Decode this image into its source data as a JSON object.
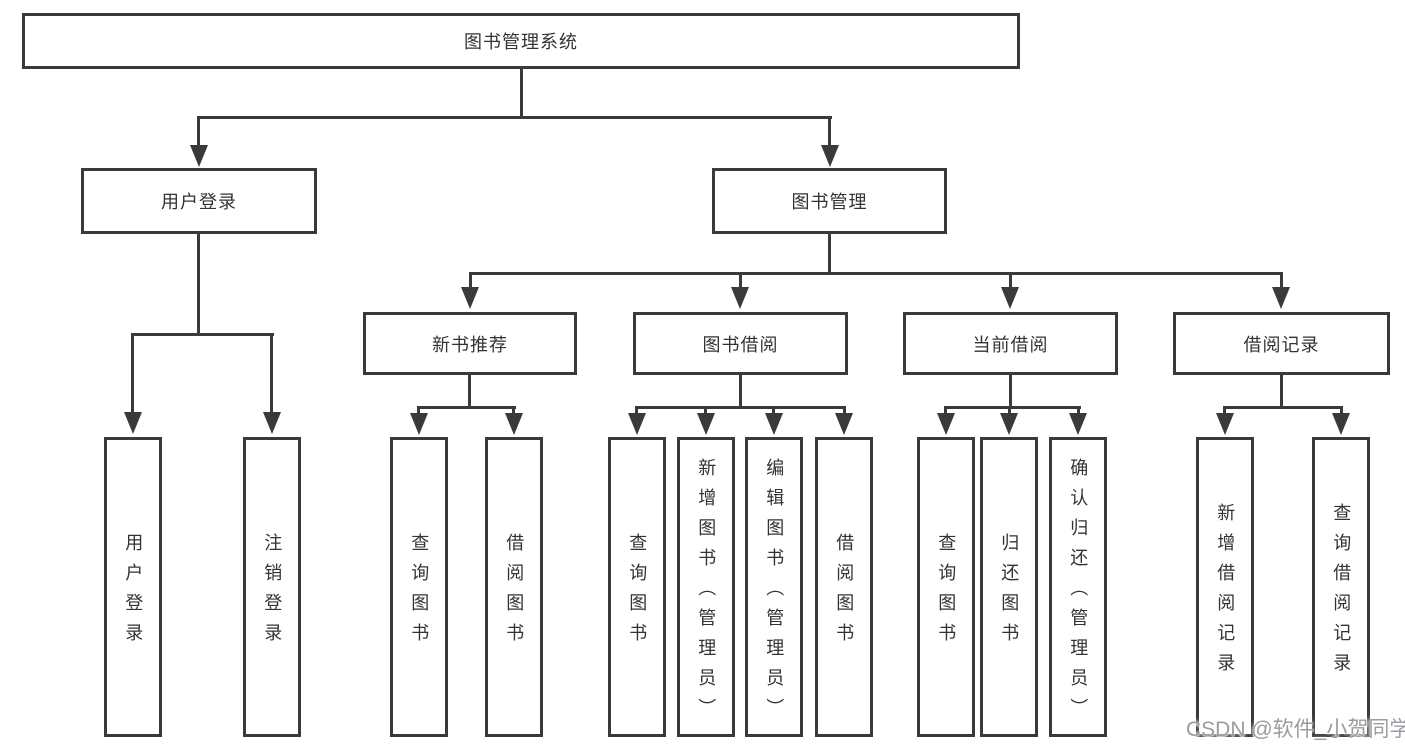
{
  "colors": {
    "line": "#3a3a3a",
    "text": "#333333",
    "background": "#ffffff",
    "watermark_text": "#9b9ba1"
  },
  "tree": {
    "root": "图书管理系统",
    "level2": [
      "用户登录",
      "图书管理"
    ],
    "level3": [
      "新书推荐",
      "图书借阅",
      "当前借阅",
      "借阅记录"
    ],
    "leaves": {
      "user_login": [
        "用户登录",
        "注销登录"
      ],
      "new_book": [
        "查询图书",
        "借阅图书"
      ],
      "book_borrow": [
        "查询图书",
        "新增图书（管理员）",
        "编辑图书（管理员）",
        "借阅图书"
      ],
      "current_borrow": [
        "查询图书",
        "归还图书",
        "确认归还（管理员）"
      ],
      "borrow_records": [
        "新增借阅记录",
        "查询借阅记录"
      ]
    }
  },
  "watermark": "CSDN @软件_小贺同学"
}
